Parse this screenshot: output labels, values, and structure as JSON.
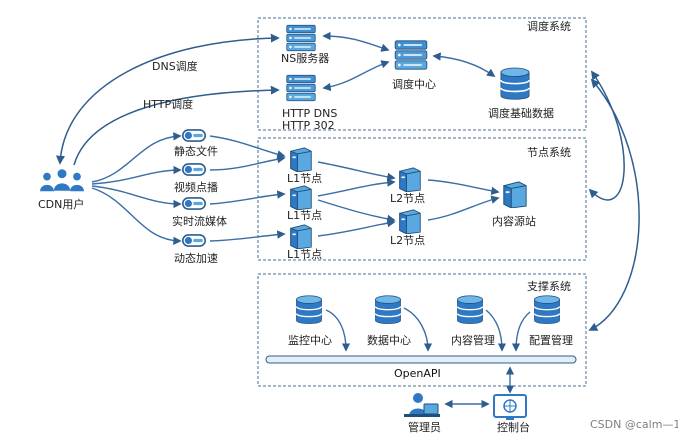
{
  "systems": {
    "dispatch": "调度系统",
    "node": "节点系统",
    "support": "支撑系统"
  },
  "dispatch": {
    "ns_server": "NS服务器",
    "http_dns_line1": "HTTP DNS",
    "http_dns_line2": "HTTP 302",
    "dispatch_center": "调度中心",
    "base_data": "调度基础数据"
  },
  "flows": {
    "dns": "DNS调度",
    "http": "HTTP调度"
  },
  "user": {
    "label": "CDN用户"
  },
  "services": [
    {
      "label": "静态文件"
    },
    {
      "label": "视频点播"
    },
    {
      "label": "实时流媒体"
    },
    {
      "label": "动态加速"
    }
  ],
  "nodes": {
    "l1": [
      "L1节点",
      "L1节点",
      "L1节点"
    ],
    "l2": [
      "L2节点",
      "L2节点"
    ],
    "origin": "内容源站"
  },
  "support": {
    "items": [
      "监控中心",
      "数据中心",
      "内容管理",
      "配置管理"
    ],
    "api": "OpenAPI"
  },
  "bottom": {
    "admin": "管理员",
    "console": "控制台"
  },
  "watermark": "CSDN @calm—1",
  "colors": {
    "accent": "#2f5d8e",
    "icon_light": "#5aa8e0",
    "icon_dark": "#1f4e79",
    "box_border": "#4a6f95"
  }
}
